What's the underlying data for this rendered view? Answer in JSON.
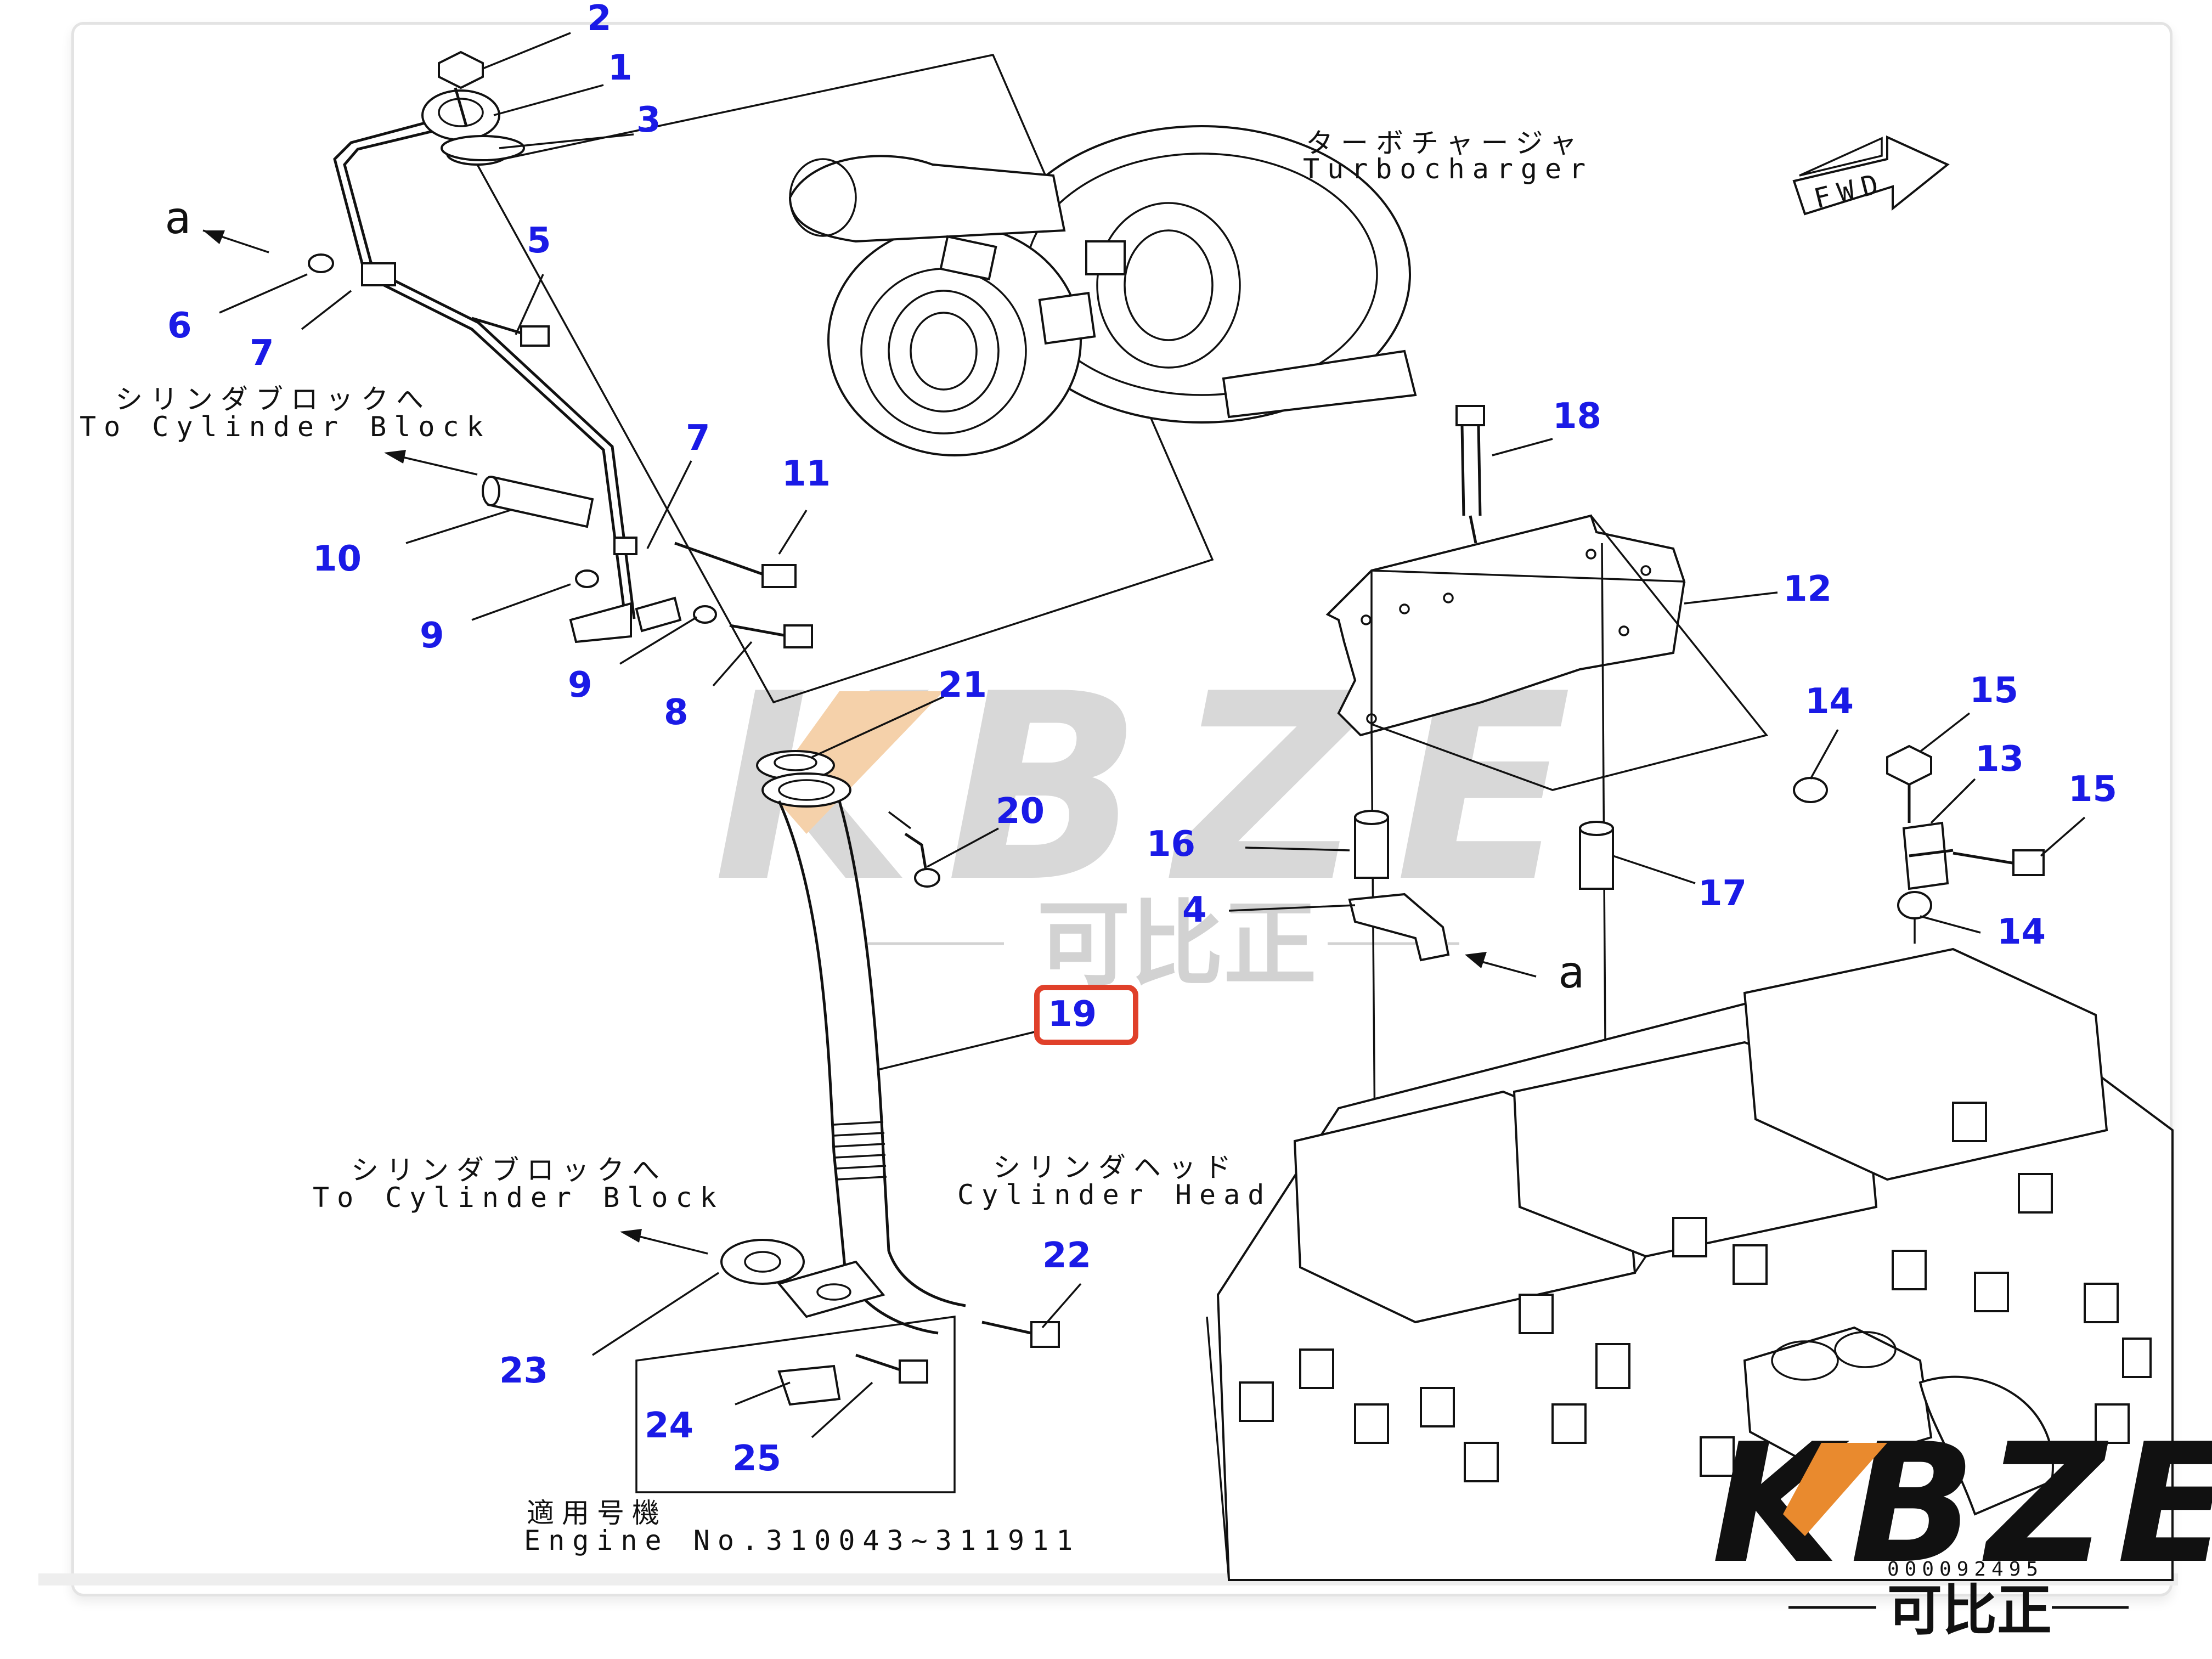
{
  "captions": {
    "turbo_jp": "ターボチャージャ",
    "turbo_en": "Turbocharger",
    "block_jp_top": "シリンダブロックへ",
    "block_en_top": "To Cylinder Block",
    "block_jp_bottom": "シリンダブロックへ",
    "block_en_bottom": "To Cylinder Block",
    "head_jp": "シリンダヘッド",
    "head_en": "Cylinder Head",
    "engine_jp": "適用号機",
    "engine_en": "Engine No.310043~311911",
    "fwd": "FWD"
  },
  "ref_letters": [
    "a",
    "a"
  ],
  "callouts": [
    {
      "id": "c2",
      "label": "2"
    },
    {
      "id": "c1",
      "label": "1"
    },
    {
      "id": "c3",
      "label": "3"
    },
    {
      "id": "c5",
      "label": "5"
    },
    {
      "id": "c6",
      "label": "6"
    },
    {
      "id": "c7a",
      "label": "7"
    },
    {
      "id": "c7b",
      "label": "7"
    },
    {
      "id": "c11",
      "label": "11"
    },
    {
      "id": "c10",
      "label": "10"
    },
    {
      "id": "c9a",
      "label": "9"
    },
    {
      "id": "c9b",
      "label": "9"
    },
    {
      "id": "c8",
      "label": "8"
    },
    {
      "id": "c18",
      "label": "18"
    },
    {
      "id": "c12",
      "label": "12"
    },
    {
      "id": "c21",
      "label": "21"
    },
    {
      "id": "c14a",
      "label": "14"
    },
    {
      "id": "c15a",
      "label": "15"
    },
    {
      "id": "c13",
      "label": "13"
    },
    {
      "id": "c15b",
      "label": "15"
    },
    {
      "id": "c20",
      "label": "20"
    },
    {
      "id": "c16",
      "label": "16"
    },
    {
      "id": "c17",
      "label": "17"
    },
    {
      "id": "c4",
      "label": "4"
    },
    {
      "id": "c14b",
      "label": "14"
    },
    {
      "id": "c19",
      "label": "19"
    },
    {
      "id": "c22",
      "label": "22"
    },
    {
      "id": "c23",
      "label": "23"
    },
    {
      "id": "c24",
      "label": "24"
    },
    {
      "id": "c25",
      "label": "25"
    }
  ],
  "highlight": {
    "label": "19",
    "color": "#e0402a"
  },
  "watermark": {
    "brand": "KBZE",
    "cn": "可比正",
    "code": "000092495"
  },
  "colors": {
    "callout": "#1a1ae6",
    "line": "#111111",
    "watermark_gray": "#d4d4d4",
    "watermark_orange": "#f3c79a"
  }
}
